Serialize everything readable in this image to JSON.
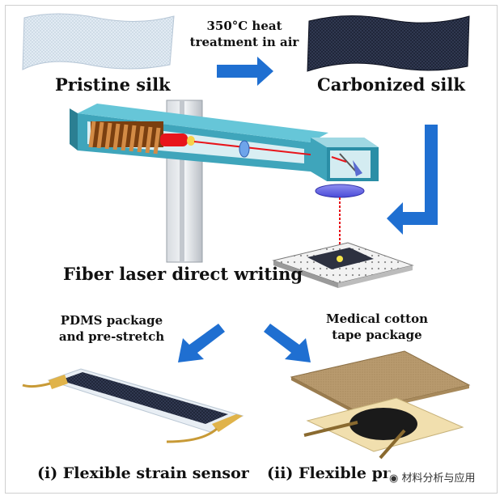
{
  "labels": {
    "pristine_silk": "Pristine silk",
    "heat_line1": "350°C heat",
    "heat_line2": "treatment in air",
    "carbonized_silk": "Carbonized silk",
    "laser_writing": "Fiber laser direct writing",
    "pdms_line1": "PDMS package",
    "pdms_line2": "and pre-stretch",
    "cotton_line1": "Medical cotton",
    "cotton_line2": "tape package",
    "caption_strain": "(i) Flexible strain sensor",
    "caption_pressure": "(ii) Flexible pr"
  },
  "watermark": "材料分析与应用",
  "colors": {
    "arrow_blue": "#1f6fd1",
    "silk_light": "#dfe9f2",
    "silk_dark": "#1c2233",
    "laser_red": "#e8151b",
    "tube_cyan": "#43b3c9",
    "coil_bronze": "#b06a2a",
    "cotton_tan": "#b89a6e",
    "pad_yellow": "#f1dfae"
  }
}
